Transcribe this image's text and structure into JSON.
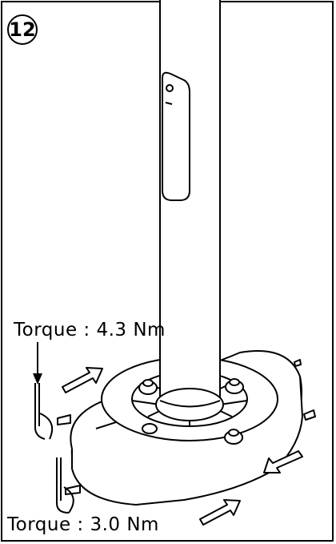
{
  "step_number": "12",
  "torque_upper": "Torque : 4.3 Nm",
  "torque_lower": "Torque : 3.0 Nm"
}
